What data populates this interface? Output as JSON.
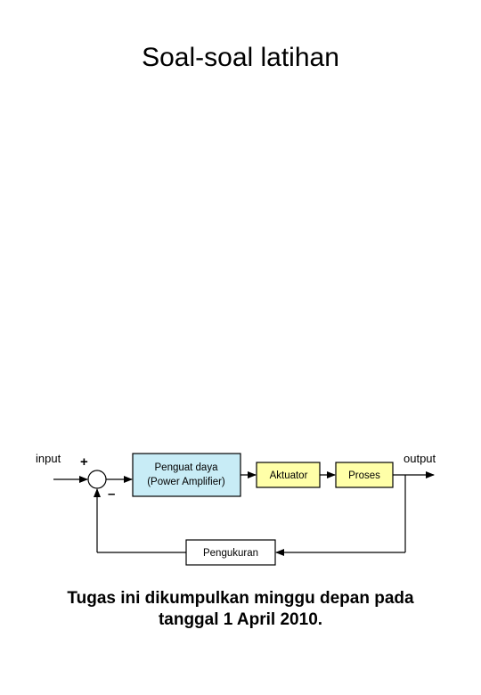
{
  "page": {
    "title": "Soal-soal latihan",
    "footer_line1": "Tugas ini dikumpulkan minggu depan pada",
    "footer_line2": "tanggal 1 April 2010."
  },
  "diagram": {
    "input_label": "input",
    "output_label": "output",
    "plus_sign": "+",
    "minus_sign": "–",
    "blocks": [
      {
        "id": "amplifier",
        "line1": "Penguat daya",
        "line2": "(Power Amplifier)",
        "fill": "#c8ecf6"
      },
      {
        "id": "actuator",
        "line1": "Aktuator",
        "fill": "#ffffa8"
      },
      {
        "id": "process",
        "line1": "Proses",
        "fill": "#ffffa8"
      },
      {
        "id": "measurement",
        "line1": "Pengukuran",
        "fill": "#ffffff"
      }
    ],
    "line_color": "#000000"
  }
}
